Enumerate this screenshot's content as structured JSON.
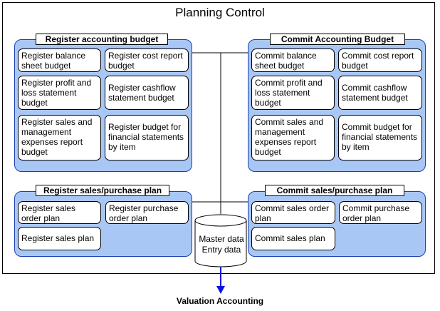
{
  "title": "Planning Control",
  "groups": {
    "register_budget": {
      "label": "Register accounting budget",
      "items": [
        "Register balance sheet budget",
        "Register cost report budget",
        "Register profit and loss statement budget",
        "Register cashflow statement budget",
        "Register sales and management expenses report budget",
        "Register budget for financial statements by item"
      ]
    },
    "commit_budget": {
      "label": "Commit Accounting Budget",
      "items": [
        "Commit balance sheet budget",
        "Commit cost report budget",
        "Commit profit and loss statement budget",
        "Commit cashflow statement budget",
        "Commit sales and management expenses report budget",
        "Commit budget for financial statements by item"
      ]
    },
    "register_plan": {
      "label": "Register sales/purchase plan",
      "items": [
        "Register sales order plan",
        "Register purchase order plan",
        "Register sales plan"
      ]
    },
    "commit_plan": {
      "label": "Commit sales/purchase plan",
      "items": [
        "Commit sales order plan",
        "Commit purchase order plan",
        "Commit sales plan"
      ]
    }
  },
  "database": {
    "line1": "Master data",
    "line2": "Entry data"
  },
  "output": "Valuation Accounting",
  "colors": {
    "group_fill": "#a9c7f5",
    "group_border": "#1b3fb0",
    "arrow": "#1010e0"
  }
}
